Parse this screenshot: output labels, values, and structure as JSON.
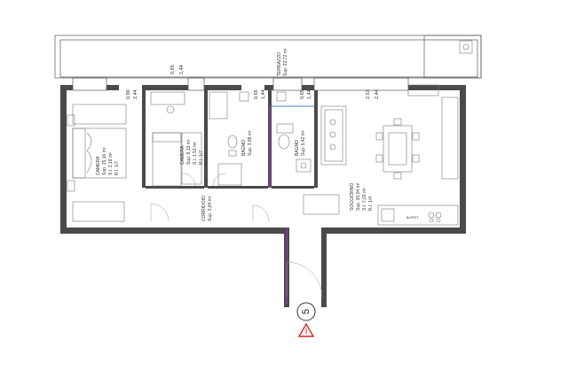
{
  "rooms": {
    "camera_main": {
      "name": "CAMERA",
      "sup": "Sup. 15,16 m²",
      "si": "S.I. 2,18 m²",
      "ri": "R.I. 1/7"
    },
    "camera_small": {
      "name": "CAMERA",
      "sup": "Sup. 9,15 m²",
      "si": "S.I. 1,53 m²",
      "ri": "R.I. 1/7"
    },
    "bagno_1": {
      "name": "BAGNO",
      "sup": "Sup. 3,88 m²"
    },
    "bagno_2": {
      "name": "BAGNO",
      "sup": "Sup. 5,42 m²"
    },
    "corridoio": {
      "name": "CORRIDOIO",
      "sup": "Sup. 3,84 m²"
    },
    "soggiorno": {
      "name": "SOGGIORNO",
      "sup": "Sup. 30,04 m²",
      "si": "S.I. 7,02 m²",
      "ri": "R.I. 1/4"
    },
    "terrazzo": {
      "name": "TERRAZZO",
      "sup": "Sup. 22,72 m²"
    }
  },
  "dimensions": {
    "d1": {
      "top": "0,90",
      "bottom": "2,44"
    },
    "d2": {
      "top": "0,95",
      "bottom": "1,44"
    },
    "d3": {
      "top": "0,65",
      "bottom": "1,44"
    },
    "d4": {
      "top": "0,65",
      "bottom": "1,44"
    },
    "d5": {
      "top": "2,53",
      "bottom": "2,44"
    }
  },
  "unit_number": "5",
  "kitchen_label": "BUFFET"
}
